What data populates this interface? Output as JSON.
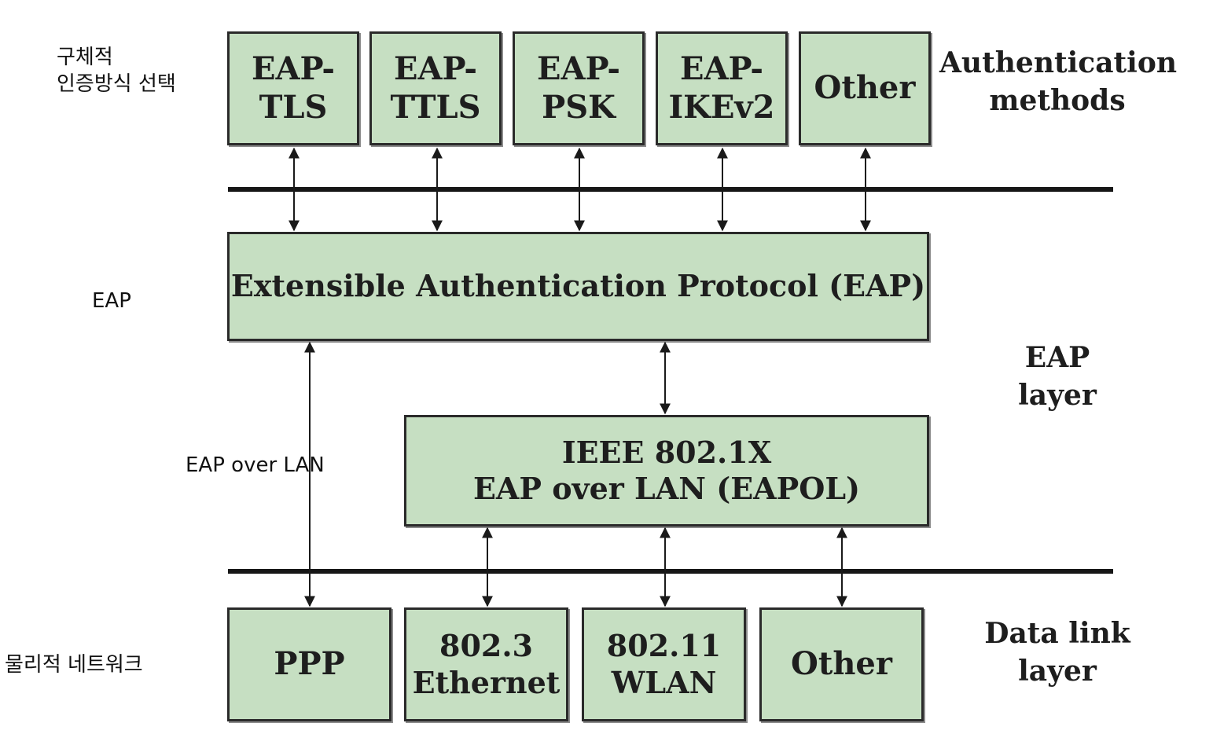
{
  "auth_methods": [
    {
      "line1": "EAP-",
      "line2": "TLS"
    },
    {
      "line1": "EAP-",
      "line2": "TTLS"
    },
    {
      "line1": "EAP-",
      "line2": "PSK"
    },
    {
      "line1": "EAP-",
      "line2": "IKEv2"
    },
    {
      "line1": "Other",
      "line2": ""
    }
  ],
  "eap_box": "Extensible Authentication Protocol (EAP)",
  "eapol_box": {
    "line1": "IEEE 802.1X",
    "line2": "EAP over LAN (EAPOL)"
  },
  "data_links": [
    {
      "line1": "PPP",
      "line2": ""
    },
    {
      "line1": "802.3",
      "line2": "Ethernet"
    },
    {
      "line1": "802.11",
      "line2": "WLAN"
    },
    {
      "line1": "Other",
      "line2": ""
    }
  ],
  "right_labels": {
    "auth": {
      "line1": "Authentication",
      "line2": "methods"
    },
    "eap_layer": {
      "line1": "EAP",
      "line2": "layer"
    },
    "data_link": {
      "line1": "Data link",
      "line2": "layer"
    }
  },
  "left_labels": {
    "top": {
      "line1": "구체적",
      "line2": "인증방식 선택"
    },
    "eap": "EAP",
    "eapol": "EAP over LAN",
    "physical": "물리적 네트워크"
  }
}
